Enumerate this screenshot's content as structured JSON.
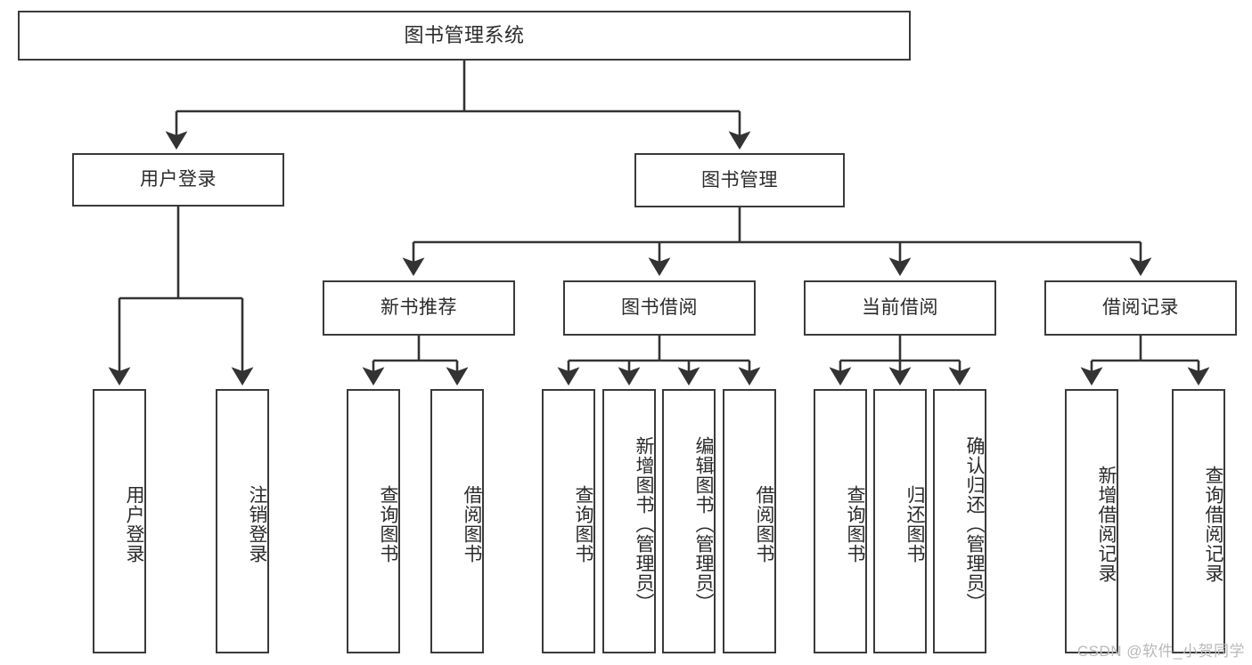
{
  "diagram": {
    "type": "tree-hierarchy",
    "title": "图书管理系统",
    "orientation": "top-down",
    "colors": {
      "background": "#ffffff",
      "border": "#3a3a3a",
      "text": "#2b2b2b",
      "edge": "#333333",
      "watermark": "#b9b9b9"
    },
    "nodes": {
      "root": {
        "label": "图书管理系统",
        "level": 1
      },
      "level2": [
        {
          "id": "user-login",
          "label": "用户登录"
        },
        {
          "id": "book-management",
          "label": "图书管理"
        }
      ],
      "level3": [
        {
          "id": "new-book-recommend",
          "label": "新书推荐",
          "parent": "book-management"
        },
        {
          "id": "book-borrow",
          "label": "图书借阅",
          "parent": "book-management"
        },
        {
          "id": "current-borrow",
          "label": "当前借阅",
          "parent": "book-management"
        },
        {
          "id": "borrow-record",
          "label": "借阅记录",
          "parent": "book-management"
        }
      ],
      "leaves": {
        "user-login": [
          {
            "id": "leaf-user-login",
            "label": "用户登录"
          },
          {
            "id": "leaf-logout-login",
            "label": "注销登录"
          }
        ],
        "new-book-recommend": [
          {
            "id": "leaf-query-book-1",
            "label": "查询图书"
          },
          {
            "id": "leaf-borrow-book-1",
            "label": "借阅图书"
          }
        ],
        "book-borrow": [
          {
            "id": "leaf-query-book-2",
            "label": "查询图书"
          },
          {
            "id": "leaf-add-book",
            "label": "新增图书（管理员）"
          },
          {
            "id": "leaf-edit-book",
            "label": "编辑图书（管理员）"
          },
          {
            "id": "leaf-borrow-book-2",
            "label": "借阅图书"
          }
        ],
        "current-borrow": [
          {
            "id": "leaf-query-book-3",
            "label": "查询图书"
          },
          {
            "id": "leaf-return-book",
            "label": "归还图书"
          },
          {
            "id": "leaf-confirm-return",
            "label": "确认归还（管理员）"
          }
        ],
        "borrow-record": [
          {
            "id": "leaf-add-record",
            "label": "新增借阅记录"
          },
          {
            "id": "leaf-query-record",
            "label": "查询借阅记录"
          }
        ]
      }
    },
    "watermark": "CSDN @软件_小贺同学"
  }
}
